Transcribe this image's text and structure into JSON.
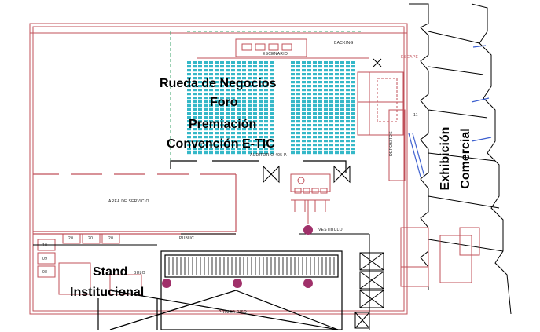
{
  "labels": {
    "rueda": "Rueda de Negocios",
    "foro": "Foro",
    "premiacion": "Premiación",
    "convencion": "Convención E-TIC",
    "exhibicion": "Exhibición",
    "comercial": "Comercial",
    "stand": "Stand",
    "institucional": "Institucional"
  },
  "plan_text": {
    "escenario": "ESCENARIO",
    "backing": "BACKING",
    "escape": "ESCAPE",
    "auditorio": "AUDITORIO 405 P.",
    "area_servicio": "AREA DE SERVICIO",
    "vestibulo": "VESTIBULO",
    "primer_piso": "PRIMER PISO",
    "depositos": "DEPOSITOS",
    "room_20a": "20",
    "room_20b": "20",
    "room_20c": "20",
    "room_10": "10",
    "room_09": "09",
    "room_08": "08",
    "room_11": "11",
    "pubuc": "PUBUC",
    "bulo": "BULO"
  },
  "colors": {
    "wall": "#c0505a",
    "seat": "#35b8c8",
    "green_line": "#3aa36a",
    "blue_line": "#3c5fcf",
    "node": "#a0306a",
    "ink": "#000000"
  },
  "icons": [
    "door-swing-icon",
    "stair-icon",
    "elevator-icon",
    "column-node-icon"
  ]
}
